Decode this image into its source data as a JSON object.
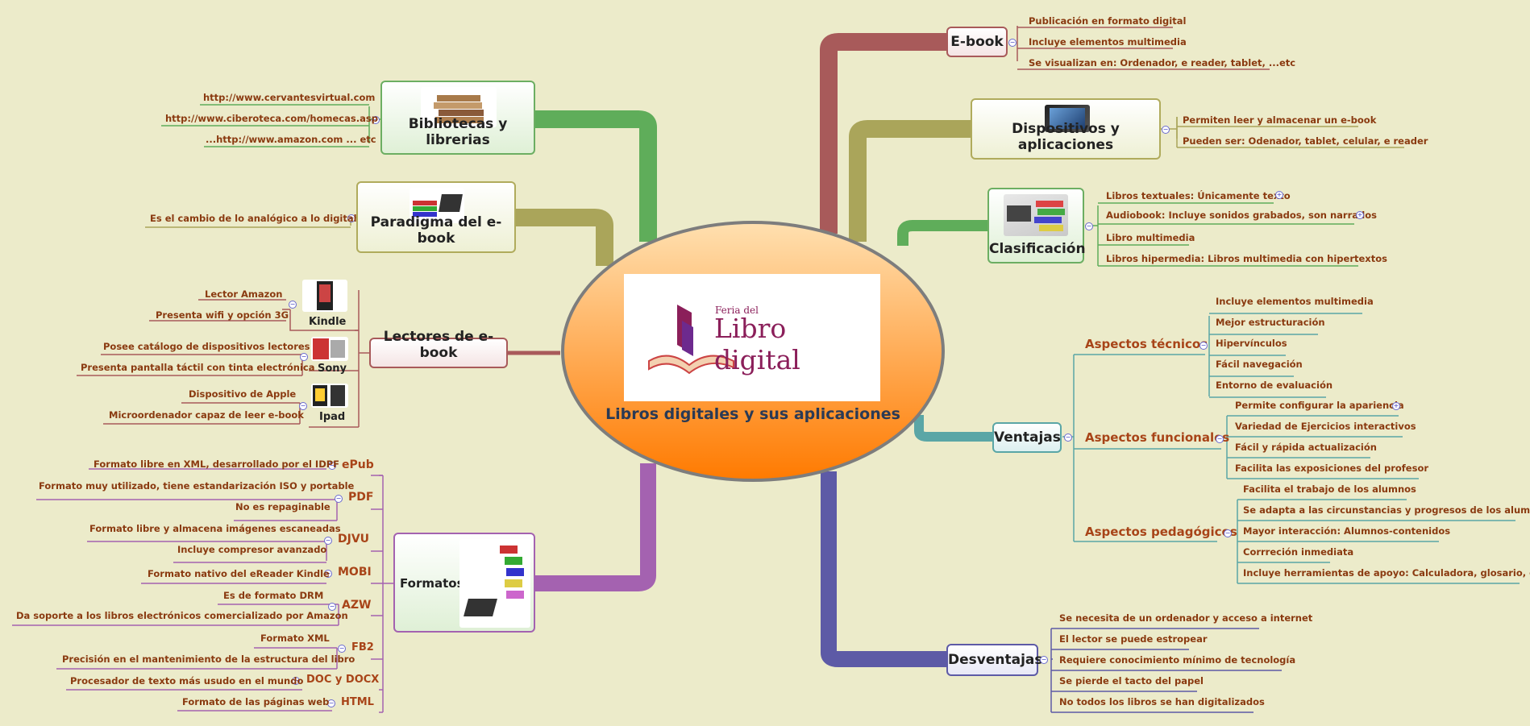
{
  "center": {
    "logo_small": "Feria del",
    "logo_big": "Libro digital",
    "title": "Libros digitales y sus aplicaciones"
  },
  "ebook": {
    "title": "E-book",
    "items": [
      "Publicación en formato digital",
      "Incluye elementos multimedia",
      "Se visualizan en: Ordenador, e reader, tablet, ...etc"
    ]
  },
  "dispositivos": {
    "title": "Dispositivos y aplicaciones",
    "items": [
      "Permiten leer y almacenar un e-book",
      "Pueden ser: Odenador, tablet, celular, e reader"
    ]
  },
  "clasificacion": {
    "title": "Clasificación",
    "items": [
      "Libros textuales: Únicamente texto",
      "Audiobook: Incluye sonidos grabados, son narrados",
      "Libro multimedia",
      "Libros hipermedia: Libros multimedia con hipertextos"
    ]
  },
  "ventajas": {
    "title": "Ventajas",
    "tecnicos": {
      "title": "Aspectos técnicos",
      "items": [
        "Incluye elementos multimedia",
        "Mejor estructuración",
        "Hipervínculos",
        "Fácil navegación",
        "Entorno de evaluación"
      ]
    },
    "funcionales": {
      "title": "Aspectos funcionales",
      "items": [
        "Permite configurar la apariencia",
        "Variedad de Ejercicios interactivos",
        "Fácil y rápida actualización",
        "Facilita las exposiciones del profesor"
      ]
    },
    "pedagogicos": {
      "title": "Aspectos pedagógicos",
      "items": [
        "Facilita el trabajo de los alumnos",
        "Se adapta a las circunstancias y progresos de los alumnos",
        "Mayor interacción: Alumnos-contenidos",
        "Corrreción inmediata",
        "Incluye herramientas de apoyo: Calculadora, glosario, etc"
      ]
    }
  },
  "desventajas": {
    "title": "Desventajas",
    "items": [
      "Se necesita de un ordenador y acceso a internet",
      "El lector se puede estropear",
      "Requiere conocimiento mínimo de tecnología",
      "Se pierde el tacto del papel",
      "No todos los libros se han digitalizados"
    ]
  },
  "bibliotecas": {
    "title": "Bibliotecas y librerias",
    "items": [
      "http://www.cervantesvirtual.com",
      "http://www.ciberoteca.com/homecas.asp",
      "...http://www.amazon.com ... etc"
    ]
  },
  "paradigma": {
    "title": "Paradigma del e-book",
    "items": [
      "Es el cambio de lo analógico a lo digital"
    ]
  },
  "lectores": {
    "title": "Lectores de e-book",
    "kindle": {
      "title": "Kindle",
      "items": [
        "Lector Amazon",
        "Presenta wifi y opción 3G"
      ]
    },
    "sony": {
      "title": "Sony",
      "items": [
        "Posee catálogo de dispositivos lectores",
        "Presenta pantalla táctil con tinta electrónica"
      ]
    },
    "ipad": {
      "title": "Ipad",
      "items": [
        "Dispositivo de Apple",
        "Microordenador capaz de leer e-book"
      ]
    }
  },
  "formatos": {
    "title": "Formatos",
    "groups": [
      {
        "name": "ePub",
        "items": [
          "Formato libre en XML, desarrollado por el IDPF"
        ]
      },
      {
        "name": "PDF",
        "items": [
          "Formato muy utilizado, tiene estandarización ISO y portable",
          "No es repaginable"
        ]
      },
      {
        "name": "DJVU",
        "items": [
          "Formato libre y almacena imágenes escaneadas",
          "Incluye compresor avanzado"
        ]
      },
      {
        "name": "MOBI",
        "items": [
          "Formato nativo del eReader Kindle"
        ]
      },
      {
        "name": "AZW",
        "items": [
          "Es de formato DRM",
          "Da soporte a los libros electrónicos comercializado por Amazon"
        ]
      },
      {
        "name": "FB2",
        "items": [
          "Formato XML",
          "Precisión en el  mantenimiento de la estructura del libro"
        ]
      },
      {
        "name": "DOC y DOCX",
        "items": [
          "Procesador de texto más usudo en el mundo"
        ]
      },
      {
        "name": "HTML",
        "items": [
          "Formato de las páginas web"
        ]
      }
    ]
  },
  "colors": {
    "red": "#a85a5a",
    "olive": "#aaa55a",
    "green": "#5fad5a",
    "teal": "#5aa6a6",
    "navy": "#5d5aa6",
    "purple": "#a462b0",
    "wine": "#a85a5a",
    "ellipse_top": "#ffe0b0",
    "ellipse_bottom": "#ff7a00"
  }
}
